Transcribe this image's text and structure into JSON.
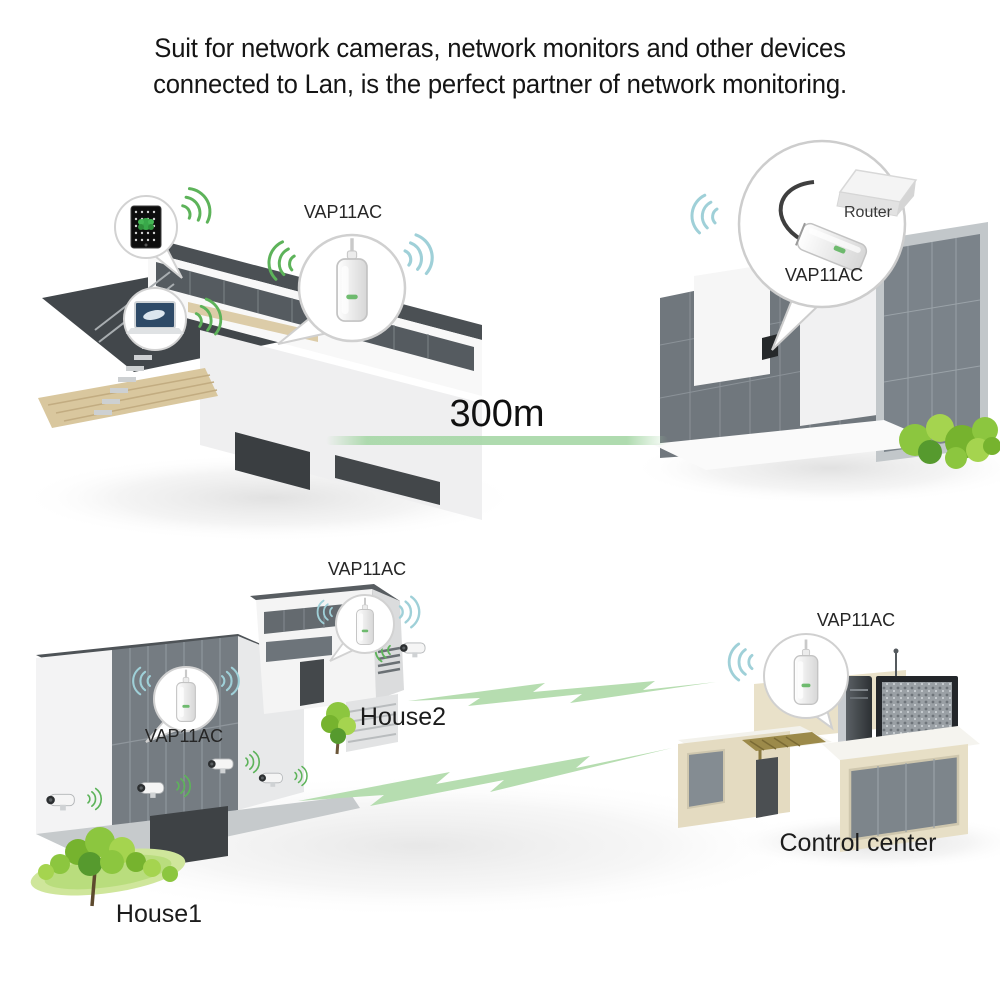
{
  "title": {
    "line1": "Suit for network cameras, network monitors and other devices",
    "line2": "connected to Lan,  is the perfect partner of network monitoring."
  },
  "scene_top": {
    "left_house_device_label": "VAP11AC",
    "router_label": "Router",
    "right_house_device_label": "VAP11AC",
    "distance_label": "300m"
  },
  "scene_bottom": {
    "house1_device_label": "VAP11AC",
    "house2_device_label": "VAP11AC",
    "control_device_label": "VAP11AC",
    "house1_label": "House1",
    "house2_label": "House2",
    "control_center_label": "Control center"
  },
  "colors": {
    "wifi_green": "#5db35a",
    "wifi_teal": "#9fd0d8",
    "signal_bolt_green": "#b6ddb0",
    "distance_line_green": "#a6d7a6",
    "bush_green": "#8cc63f",
    "beige_wall": "#e7dfc6",
    "dark_glass": "#70777d",
    "title_text": "#151515",
    "label_text": "#262626"
  },
  "icons": {
    "wifi_signal": "three concentric signal arcs",
    "signal_bolt": "zigzag lightning arrow",
    "vap11ac_device": "white wifi-bridge dongle with cable",
    "router": "white router box",
    "tablet": "tablet with app grid",
    "laptop": "laptop computer",
    "security_camera": "wall-mounted camera",
    "pc_tower": "computer tower",
    "monitor": "surveillance monitor",
    "tree": "green tree",
    "bush": "green bush"
  }
}
